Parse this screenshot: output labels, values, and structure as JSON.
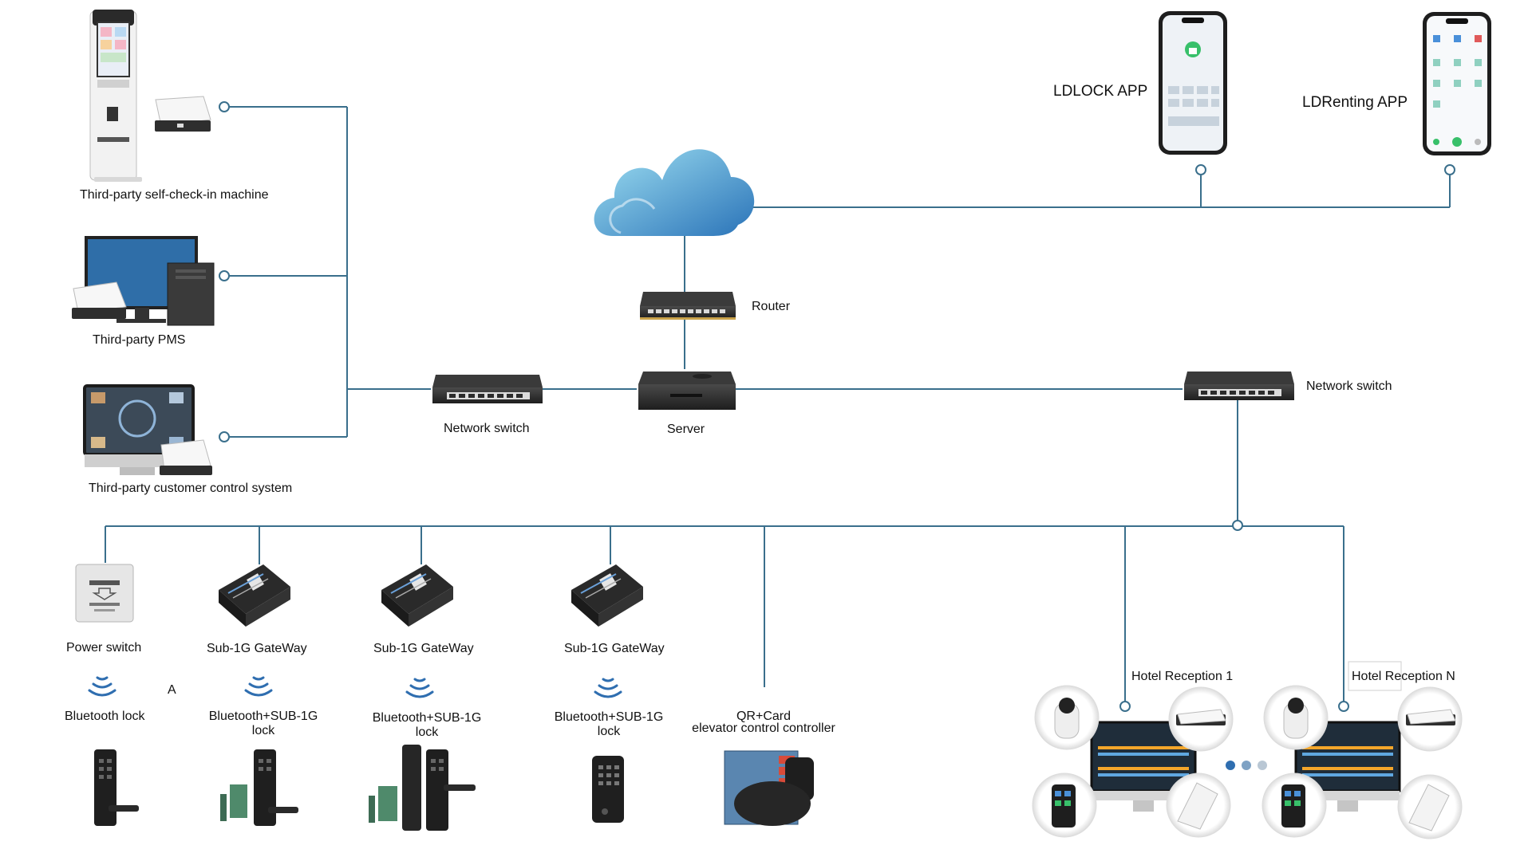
{
  "apps": {
    "ldlock": "LDLOCK APP",
    "ldrenting": "LDRenting APP"
  },
  "left_devices": {
    "checkin": "Third-party self-check-in machine",
    "pms": "Third-party PMS",
    "control": "Third-party customer control system"
  },
  "core": {
    "router": "Router",
    "server": "Server",
    "switch_left": "Network switch",
    "switch_right": "Network switch"
  },
  "bottom": {
    "power_switch": "Power switch",
    "gateway_1": "Sub-1G GateWay",
    "gateway_2": "Sub-1G GateWay",
    "gateway_3": "Sub-1G GateWay",
    "stray_a": "A",
    "lock_1": "Bluetooth lock",
    "lock_2_l1": "Bluetooth+SUB-1G",
    "lock_2_l2": "lock",
    "lock_3_l1": "Bluetooth+SUB-1G",
    "lock_3_l2": "lock",
    "lock_4_l1": "Bluetooth+SUB-1G",
    "lock_4_l2": "lock",
    "elevator_l1": "QR+Card",
    "elevator_l2": "elevator control controller"
  },
  "reception": {
    "first": "Hotel Reception 1",
    "last": "Hotel Reception N"
  },
  "colors": {
    "line": "#3a6f8c",
    "cloud_light": "#8fd0ea",
    "cloud_dark": "#2a73b8",
    "device_dark": "#2b2b2b",
    "wifi": "#2f6eb0",
    "pager_dot_active": "#2f6eb0",
    "pager_dot": "#9db4c8"
  }
}
